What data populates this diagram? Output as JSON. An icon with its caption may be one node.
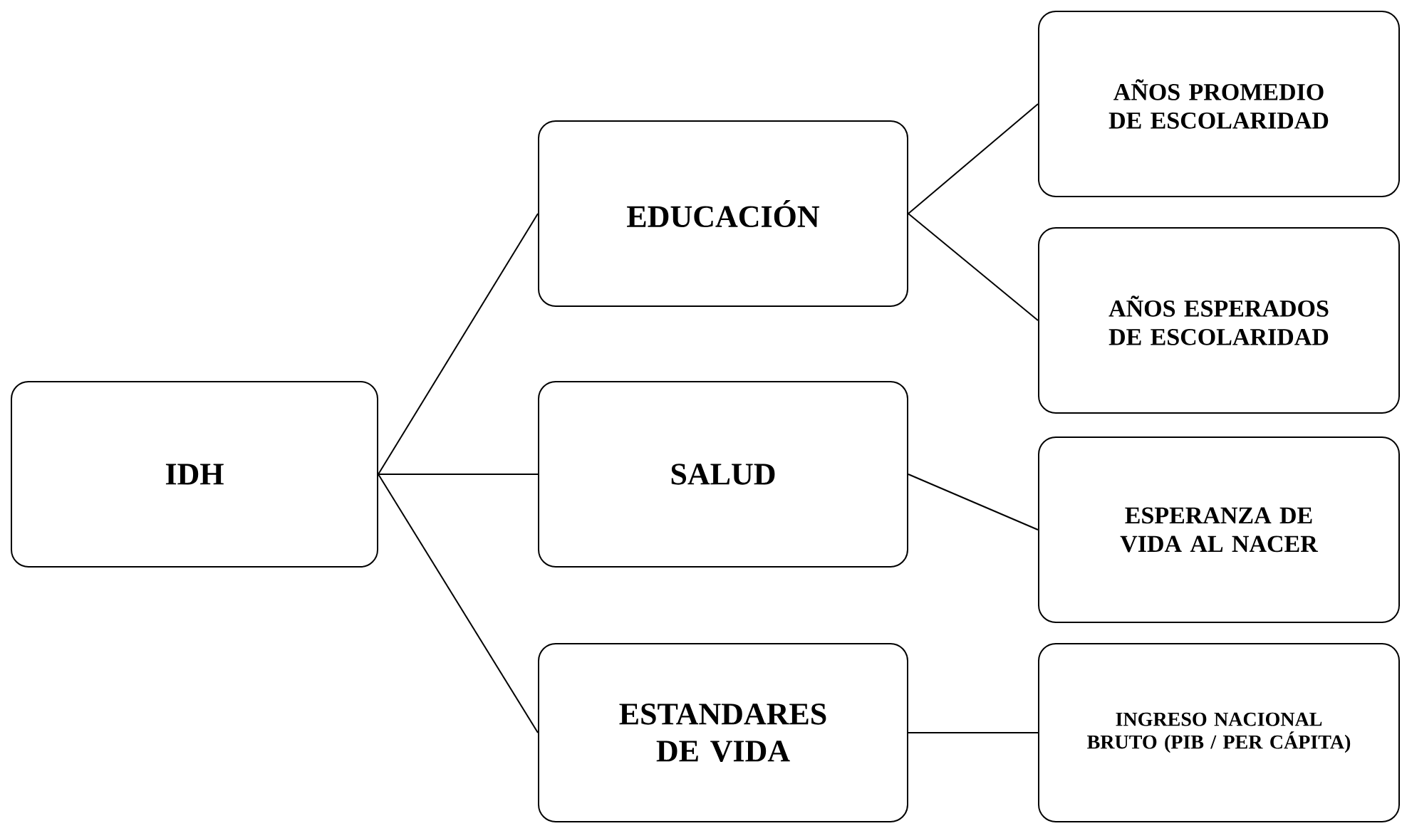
{
  "diagram": {
    "nodes": [
      {
        "text": [
          "IDH"
        ]
      },
      {
        "text": [
          "EDUCACIÓN"
        ]
      },
      {
        "text": [
          "AÑOS PROMEDIO DE ESCOLARIDAD"
        ]
      },
      {
        "text": [
          "AÑOS ESPERADOS DE ESCOLARIDAD"
        ]
      },
      {
        "text": [
          "SALUD"
        ]
      },
      {
        "text": [
          "ESPERANZA DE VIDA AL NACER"
        ]
      },
      {
        "text": [
          "ESTANDARES DE VIDA"
        ]
      },
      {
        "text": [
          "INGRESO NACIONAL BRUTO (PIB / PER CÁPITA)"
        ]
      }
    ],
    "edges": [
      {
        "from": 0,
        "to": 1,
        "arrow": "none"
      },
      {
        "from": 0,
        "to": 4,
        "arrow": "none"
      },
      {
        "from": 0,
        "to": 6,
        "arrow": "none"
      },
      {
        "from": 1,
        "to": 2,
        "arrow": "none"
      },
      {
        "from": 1,
        "to": 3,
        "arrow": "none"
      },
      {
        "from": 4,
        "to": 5,
        "arrow": "none"
      },
      {
        "from": 6,
        "to": 7,
        "arrow": "none"
      }
    ]
  }
}
